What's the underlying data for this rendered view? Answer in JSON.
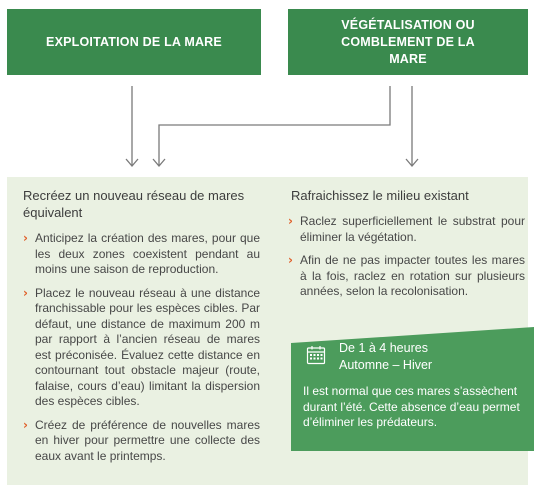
{
  "header": {
    "left_box": "EXPLOITATION DE LA MARE",
    "right_box": "VÉGÉTALISATION OU COMBLEMENT DE LA MARE"
  },
  "left_column": {
    "heading": "Recréez un nouveau réseau de mares équivalent",
    "items": [
      "Anticipez la création des mares, pour que les deux zones coexistent pendant au moins une saison de reproduction.",
      "Placez le nouveau réseau à une distance franchissable pour les espèces cibles. Par défaut, une distance de maximum 200 m par rapport à l’ancien réseau de mares est préconisée. Évaluez cette distance en contournant tout obstacle majeur (route, falaise, cours d’eau) limitant la dispersion des espèces cibles.",
      "Créez de préférence de nouvelles mares en hiver pour permettre une collecte des eaux avant le printemps."
    ]
  },
  "right_column": {
    "heading": "Rafraichissez le milieu existant",
    "items": [
      "Raclez superficiellement le substrat pour éliminer la végétation.",
      "Afin de ne pas impacter toutes les mares à la fois, raclez en rotation sur plusieurs années, selon la recolonisation."
    ]
  },
  "info_box": {
    "icon": "calendar-icon",
    "duration": "De 1 à 4 heures",
    "season": "Automne – Hiver",
    "note": "Il est normal que ces mares s’assèchent durant l’été. Cette absence d’eau permet d’éliminer les prédateurs."
  },
  "colors": {
    "dark_green": "#3a8a4e",
    "mid_green": "#4c9c5c",
    "panel_bg": "#eaf1e2",
    "bullet_orange": "#e0602b",
    "arrow_grey": "#7a7a7a"
  }
}
